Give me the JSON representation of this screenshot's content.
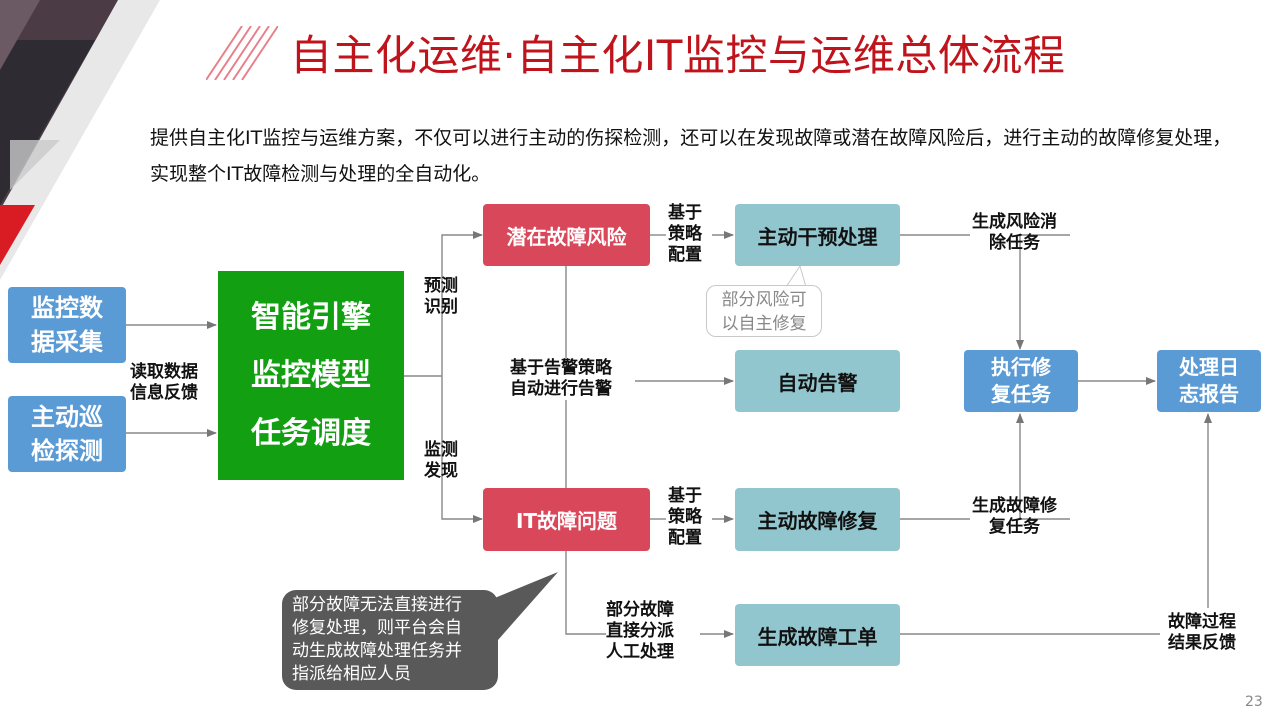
{
  "title": "自主化运维·自主化IT监控与运维总体流程",
  "intro": "提供自主化IT监控与运维方案，不仅可以进行主动的伤探检测，还可以在发现故障或潜在故障风险后，进行主动的故障修复处理，实现整个IT故障检测与处理的全自动化。",
  "inputs": {
    "monitor_collect": [
      "监控数",
      "据采集"
    ],
    "active_patrol": [
      "主动巡",
      "检探测"
    ],
    "feedback_label": [
      "读取数据",
      "信息反馈"
    ]
  },
  "engine": [
    "智能引擎",
    "监控模型",
    "任务调度"
  ],
  "branches": {
    "predict_label": [
      "预测",
      "识别"
    ],
    "monitor_label": [
      "监测",
      "发现"
    ],
    "alarm_policy_label": [
      "基于告警策略",
      "自动进行告警"
    ]
  },
  "risk": {
    "box": "潜在故障风险",
    "policy_label": [
      "基于",
      "策略",
      "配置"
    ],
    "action": "主动干预处理",
    "task_label": [
      "生成风险消",
      "除任务"
    ],
    "callout": [
      "部分风险可",
      "以自主修复"
    ]
  },
  "alarm": {
    "box": "自动告警"
  },
  "fault": {
    "box": "IT故障问题",
    "policy_label": [
      "基于",
      "策略",
      "配置"
    ],
    "action": "主动故障修复",
    "task_label": [
      "生成故障修",
      "复任务"
    ],
    "manual_label": [
      "部分故障",
      "直接分派",
      "人工处理"
    ],
    "ticket": "生成故障工单",
    "callout": [
      "部分故障无法直接进行",
      "修复处理，则平台会自",
      "动生成故障处理任务并",
      "指派给相应人员"
    ]
  },
  "execute": [
    "执行修",
    "复任务"
  ],
  "log_report": [
    "处理日",
    "志报告"
  ],
  "result_feedback": [
    "故障过程",
    "结果反馈"
  ],
  "page_number": "23",
  "colors": {
    "title_red": "#c0141c",
    "blue": "#5b9bd5",
    "green": "#12a012",
    "red_box": "#d9485a",
    "teal_box": "#92c6cf",
    "callout_dark": "#595959"
  }
}
